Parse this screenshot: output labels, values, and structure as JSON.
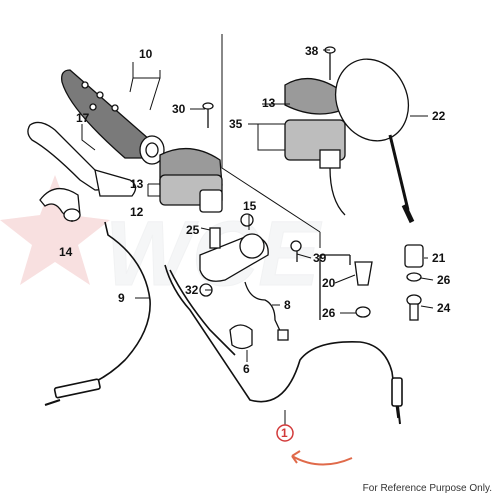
{
  "watermark_text": "WCE",
  "footer_note": "For Reference Purpose Only.",
  "colors": {
    "line": "#111111",
    "highlight": "#d23a3a",
    "watermark": "#f2c9c9"
  },
  "callouts": [
    {
      "id": "10",
      "text": "10"
    },
    {
      "id": "17",
      "text": "17"
    },
    {
      "id": "30",
      "text": "30"
    },
    {
      "id": "38",
      "text": "38"
    },
    {
      "id": "13a",
      "text": "13"
    },
    {
      "id": "35",
      "text": "35"
    },
    {
      "id": "22",
      "text": "22"
    },
    {
      "id": "13b",
      "text": "13"
    },
    {
      "id": "12",
      "text": "12"
    },
    {
      "id": "14",
      "text": "14"
    },
    {
      "id": "15",
      "text": "15"
    },
    {
      "id": "25",
      "text": "25"
    },
    {
      "id": "39",
      "text": "39"
    },
    {
      "id": "21",
      "text": "21"
    },
    {
      "id": "20",
      "text": "20"
    },
    {
      "id": "26a",
      "text": "26"
    },
    {
      "id": "9",
      "text": "9"
    },
    {
      "id": "32",
      "text": "32"
    },
    {
      "id": "8",
      "text": "8"
    },
    {
      "id": "26b",
      "text": "26"
    },
    {
      "id": "24",
      "text": "24"
    },
    {
      "id": "6",
      "text": "6"
    },
    {
      "id": "1",
      "text": "1"
    }
  ]
}
